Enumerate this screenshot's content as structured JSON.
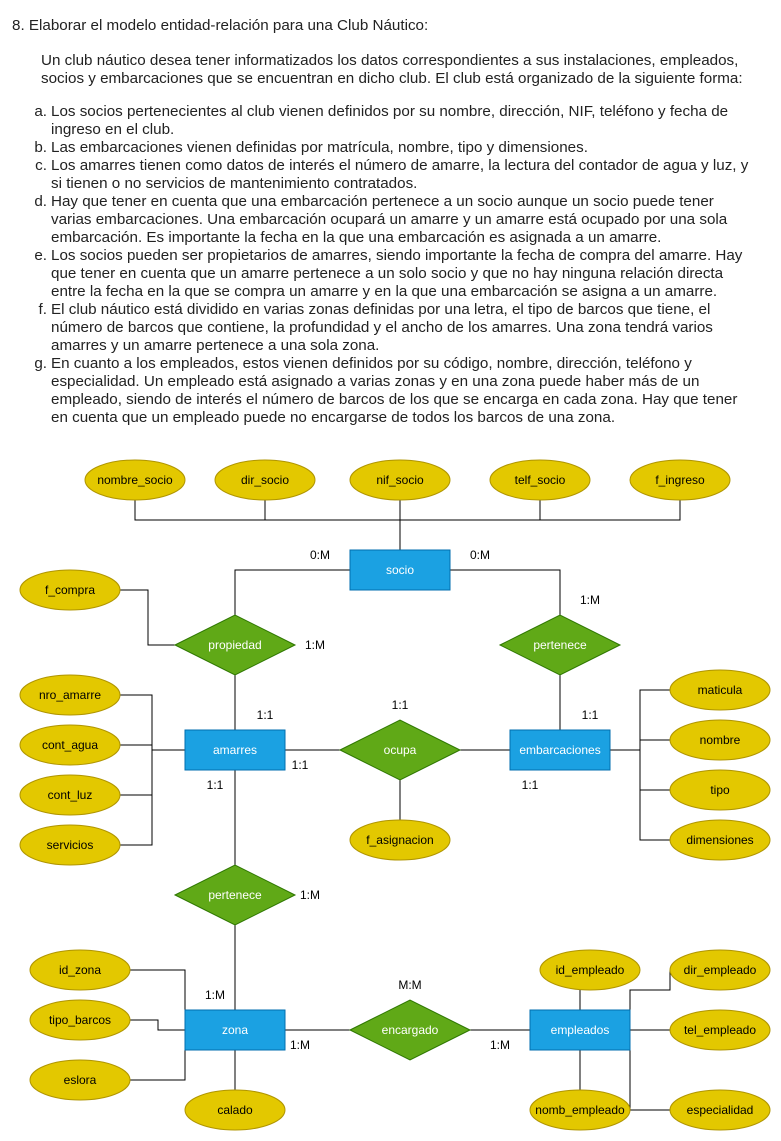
{
  "exercise": {
    "heading": "8. Elaborar el modelo entidad-relación para una Club Náutico:",
    "intro_lines": [
      "Un club náutico desea tener informatizados los datos correspondientes a sus instalaciones, empleados,",
      "socios y embarcaciones que se encuentran en dicho club. El club está organizado de la siguiente forma:"
    ],
    "items": [
      {
        "letter": "a.",
        "lines": [
          "Los socios pertenecientes al club vienen definidos por su nombre, dirección, NIF, teléfono y fecha de",
          "ingreso en el club."
        ]
      },
      {
        "letter": "b.",
        "lines": [
          "Las embarcaciones vienen definidas por matrícula, nombre, tipo y dimensiones."
        ]
      },
      {
        "letter": "c.",
        "lines": [
          "Los amarres tienen como datos de interés el número de amarre, la lectura del contador de agua y luz, y",
          "si tienen o no servicios de mantenimiento contratados."
        ]
      },
      {
        "letter": "d.",
        "lines": [
          "Hay que tener en cuenta que una embarcación pertenece a un socio aunque un socio puede tener",
          "varias embarcaciones. Una embarcación ocupará un amarre y un amarre está ocupado por una sola",
          "embarcación. Es importante la fecha en la que una embarcación es asignada a un amarre."
        ]
      },
      {
        "letter": "e.",
        "lines": [
          "Los socios pueden ser propietarios de amarres, siendo importante la fecha de compra del amarre. Hay",
          "que tener en cuenta que un amarre pertenece a un solo socio y que no hay ninguna relación directa",
          "entre la fecha en la que se compra un amarre y en la que una embarcación se asigna a un amarre."
        ]
      },
      {
        "letter": "f.",
        "lines": [
          "El club náutico está dividido en varias zonas definidas por una letra, el tipo de barcos que tiene, el",
          "número de barcos que contiene, la profundidad y el ancho de los amarres. Una zona tendrá varios",
          "amarres y un amarre pertenece a una sola zona."
        ]
      },
      {
        "letter": "g.",
        "lines": [
          "En cuanto a los empleados, estos vienen definidos por su código, nombre, dirección, teléfono y",
          "especialidad. Un empleado está asignado a varias zonas y en una zona puede haber más de un",
          "empleado, siendo de interés el número de barcos de los que se encarga en cada zona. Hay que tener",
          "en cuenta que un empleado puede no encargarse de todos los barcos de una zona."
        ]
      }
    ]
  },
  "diagram": {
    "colors": {
      "entity": "#1ba1e2",
      "relation": "#60a917",
      "attribute": "#e3c800",
      "line": "#000000"
    },
    "entities": {
      "socio": "socio",
      "amarres": "amarres",
      "embarcaciones": "embarcaciones",
      "zona": "zona",
      "empleados": "empleados"
    },
    "relations": {
      "propiedad": "propiedad",
      "pertenece_socio": "pertenece",
      "ocupa": "ocupa",
      "pertenece_zona": "pertenece",
      "encargado": "encargado"
    },
    "attributes": {
      "nombre_socio": "nombre_socio",
      "dir_socio": "dir_socio",
      "nif_socio": "nif_socio",
      "telf_socio": "telf_socio",
      "f_ingreso": "f_ingreso",
      "f_compra": "f_compra",
      "nro_amarre": "nro_amarre",
      "cont_agua": "cont_agua",
      "cont_luz": "cont_luz",
      "servicios": "servicios",
      "maticula": "maticula",
      "nombre": "nombre",
      "tipo": "tipo",
      "dimensiones": "dimensiones",
      "f_asignacion": "f_asignacion",
      "id_zona": "id_zona",
      "tipo_barcos": "tipo_barcos",
      "eslora": "eslora",
      "calado": "calado",
      "id_empleado": "id_empleado",
      "dir_empleado": "dir_empleado",
      "tel_empleado": "tel_empleado",
      "nomb_empleado": "nomb_empleado",
      "especialidad": "especialidad"
    },
    "cardinalities": {
      "socio_propiedad": "0:M",
      "socio_pertenece": "0:M",
      "pertenece_socio_side": "1:M",
      "propiedad_label": "1:M",
      "amarres_propiedad": "1:1",
      "ocupa_label": "1:1",
      "amarres_ocupa": "1:1",
      "embarcaciones_pertenece": "1:1",
      "embarcaciones_ocupa": "1:1",
      "amarres_pertenece": "1:1",
      "pertenece_zona_label": "1:M",
      "zona_pertenece": "1:M",
      "encargado_label": "M:M",
      "zona_encargado": "1:M",
      "empleados_encargado": "1:M"
    }
  }
}
